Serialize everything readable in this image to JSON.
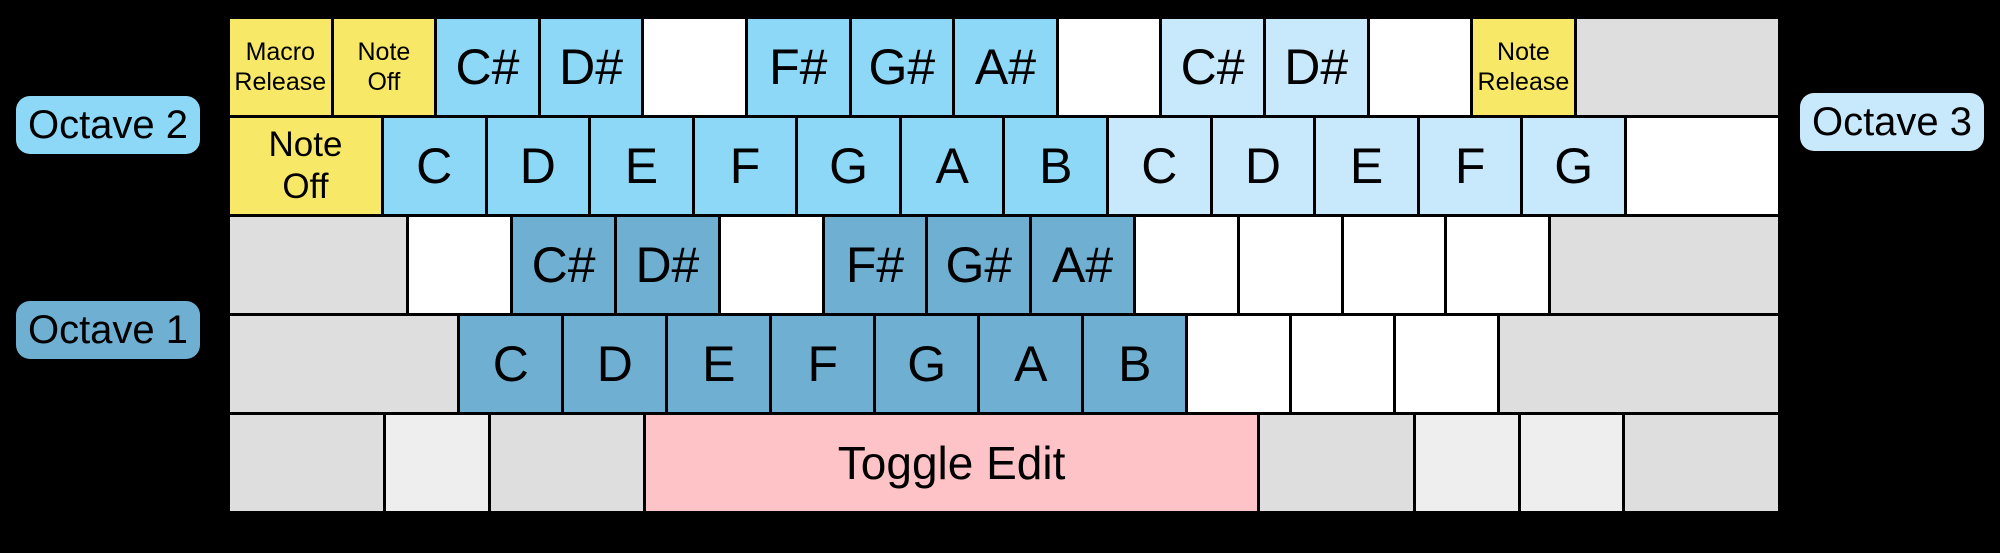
{
  "labels": {
    "octave1": "Octave 1",
    "octave2": "Octave 2",
    "octave3": "Octave 3"
  },
  "colors": {
    "octave1": "#6fb0d2",
    "octave2": "#8dd7f7",
    "octave3": "#c8e9fc",
    "yellow": "#f8e867",
    "pink": "#fdc3c6",
    "gray": "#dedede",
    "lgray": "#eeeeee",
    "white": "#ffffff",
    "background": "#000000",
    "text": "#000000"
  },
  "keyboard": {
    "rows": [
      {
        "name": "number-row",
        "keys": [
          {
            "lines": [
              "Macro",
              "Release"
            ],
            "color": "yellow",
            "w": 1,
            "fs": "sm"
          },
          {
            "lines": [
              "Note",
              "Off"
            ],
            "color": "yellow",
            "w": 1,
            "fs": "sm"
          },
          {
            "lines": [
              "C#"
            ],
            "color": "octave2",
            "w": 1,
            "fs": "lg"
          },
          {
            "lines": [
              "D#"
            ],
            "color": "octave2",
            "w": 1,
            "fs": "lg"
          },
          {
            "lines": [],
            "color": "white",
            "w": 1
          },
          {
            "lines": [
              "F#"
            ],
            "color": "octave2",
            "w": 1,
            "fs": "lg"
          },
          {
            "lines": [
              "G#"
            ],
            "color": "octave2",
            "w": 1,
            "fs": "lg"
          },
          {
            "lines": [
              "A#"
            ],
            "color": "octave2",
            "w": 1,
            "fs": "lg"
          },
          {
            "lines": [],
            "color": "white",
            "w": 1
          },
          {
            "lines": [
              "C#"
            ],
            "color": "octave3",
            "w": 1,
            "fs": "lg"
          },
          {
            "lines": [
              "D#"
            ],
            "color": "octave3",
            "w": 1,
            "fs": "lg"
          },
          {
            "lines": [],
            "color": "white",
            "w": 1
          },
          {
            "lines": [
              "Note",
              "Release"
            ],
            "color": "yellow",
            "w": 1,
            "fs": "sm"
          },
          {
            "lines": [],
            "color": "gray",
            "w": 2
          }
        ]
      },
      {
        "name": "upper-letter-row",
        "keys": [
          {
            "lines": [
              "Note",
              "Off"
            ],
            "color": "yellow",
            "w": 1.5,
            "fs": "md"
          },
          {
            "lines": [
              "C"
            ],
            "color": "octave2",
            "w": 1,
            "fs": "lg"
          },
          {
            "lines": [
              "D"
            ],
            "color": "octave2",
            "w": 1,
            "fs": "lg"
          },
          {
            "lines": [
              "E"
            ],
            "color": "octave2",
            "w": 1,
            "fs": "lg"
          },
          {
            "lines": [
              "F"
            ],
            "color": "octave2",
            "w": 1,
            "fs": "lg"
          },
          {
            "lines": [
              "G"
            ],
            "color": "octave2",
            "w": 1,
            "fs": "lg"
          },
          {
            "lines": [
              "A"
            ],
            "color": "octave2",
            "w": 1,
            "fs": "lg"
          },
          {
            "lines": [
              "B"
            ],
            "color": "octave2",
            "w": 1,
            "fs": "lg"
          },
          {
            "lines": [
              "C"
            ],
            "color": "octave3",
            "w": 1,
            "fs": "lg"
          },
          {
            "lines": [
              "D"
            ],
            "color": "octave3",
            "w": 1,
            "fs": "lg"
          },
          {
            "lines": [
              "E"
            ],
            "color": "octave3",
            "w": 1,
            "fs": "lg"
          },
          {
            "lines": [
              "F"
            ],
            "color": "octave3",
            "w": 1,
            "fs": "lg"
          },
          {
            "lines": [
              "G"
            ],
            "color": "octave3",
            "w": 1,
            "fs": "lg"
          },
          {
            "lines": [],
            "color": "white",
            "w": 1.5
          }
        ]
      },
      {
        "name": "home-row",
        "keys": [
          {
            "lines": [],
            "color": "gray",
            "w": 1.75
          },
          {
            "lines": [],
            "color": "white",
            "w": 1
          },
          {
            "lines": [
              "C#"
            ],
            "color": "octave1",
            "w": 1,
            "fs": "lg"
          },
          {
            "lines": [
              "D#"
            ],
            "color": "octave1",
            "w": 1,
            "fs": "lg"
          },
          {
            "lines": [],
            "color": "white",
            "w": 1
          },
          {
            "lines": [
              "F#"
            ],
            "color": "octave1",
            "w": 1,
            "fs": "lg"
          },
          {
            "lines": [
              "G#"
            ],
            "color": "octave1",
            "w": 1,
            "fs": "lg"
          },
          {
            "lines": [
              "A#"
            ],
            "color": "octave1",
            "w": 1,
            "fs": "lg"
          },
          {
            "lines": [],
            "color": "white",
            "w": 1
          },
          {
            "lines": [],
            "color": "white",
            "w": 1
          },
          {
            "lines": [],
            "color": "white",
            "w": 1
          },
          {
            "lines": [],
            "color": "white",
            "w": 1
          },
          {
            "lines": [],
            "color": "gray",
            "w": 2.25
          }
        ]
      },
      {
        "name": "lower-letter-row",
        "keys": [
          {
            "lines": [],
            "color": "gray",
            "w": 2.25
          },
          {
            "lines": [
              "C"
            ],
            "color": "octave1",
            "w": 1,
            "fs": "lg"
          },
          {
            "lines": [
              "D"
            ],
            "color": "octave1",
            "w": 1,
            "fs": "lg"
          },
          {
            "lines": [
              "E"
            ],
            "color": "octave1",
            "w": 1,
            "fs": "lg"
          },
          {
            "lines": [
              "F"
            ],
            "color": "octave1",
            "w": 1,
            "fs": "lg"
          },
          {
            "lines": [
              "G"
            ],
            "color": "octave1",
            "w": 1,
            "fs": "lg"
          },
          {
            "lines": [
              "A"
            ],
            "color": "octave1",
            "w": 1,
            "fs": "lg"
          },
          {
            "lines": [
              "B"
            ],
            "color": "octave1",
            "w": 1,
            "fs": "lg"
          },
          {
            "lines": [],
            "color": "white",
            "w": 1
          },
          {
            "lines": [],
            "color": "white",
            "w": 1
          },
          {
            "lines": [],
            "color": "white",
            "w": 1
          },
          {
            "lines": [],
            "color": "gray",
            "w": 2.75
          }
        ]
      },
      {
        "name": "space-row",
        "keys": [
          {
            "lines": [],
            "color": "gray",
            "w": 1.5
          },
          {
            "lines": [],
            "color": "lgray",
            "w": 1
          },
          {
            "lines": [],
            "color": "gray",
            "w": 1.5
          },
          {
            "lines": [
              "Toggle Edit"
            ],
            "color": "pink",
            "w": 6,
            "fs": "xl"
          },
          {
            "lines": [],
            "color": "gray",
            "w": 1.5
          },
          {
            "lines": [],
            "color": "lgray",
            "w": 1
          },
          {
            "lines": [],
            "color": "lgray",
            "w": 1
          },
          {
            "lines": [],
            "color": "gray",
            "w": 1.5
          }
        ]
      }
    ]
  }
}
